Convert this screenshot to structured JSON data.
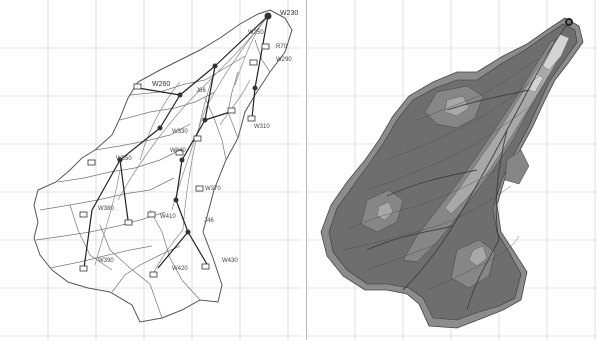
{
  "left_map": {
    "labels": [
      {
        "id": "outlet",
        "text": "W230"
      },
      {
        "id": "w250",
        "text": "W250"
      },
      {
        "id": "w260",
        "text": "W260"
      },
      {
        "id": "j66",
        "text": "J66"
      },
      {
        "id": "r70",
        "text": "R70"
      },
      {
        "id": "w290",
        "text": "W290"
      },
      {
        "id": "w310",
        "text": "W310"
      },
      {
        "id": "w330",
        "text": "W330"
      },
      {
        "id": "w340",
        "text": "W340"
      },
      {
        "id": "w350",
        "text": "W350"
      },
      {
        "id": "w370",
        "text": "W370"
      },
      {
        "id": "w380",
        "text": "W380"
      },
      {
        "id": "w390",
        "text": "W390"
      },
      {
        "id": "w410",
        "text": "W410"
      },
      {
        "id": "j46",
        "text": "J46"
      },
      {
        "id": "w420",
        "text": "W420"
      },
      {
        "id": "w430",
        "text": "W430"
      }
    ]
  },
  "colors": {
    "grid": "#c9c9c9",
    "outline": "#555555",
    "stream": "#222222",
    "dem_edge": "#8c8c8c",
    "dem_base": "#6e6e6e",
    "dem_mid": "#868686",
    "dem_light": "#a8a8a8",
    "dem_bright": "#d4d4d4",
    "dem_dark": "#4a4a4a"
  }
}
